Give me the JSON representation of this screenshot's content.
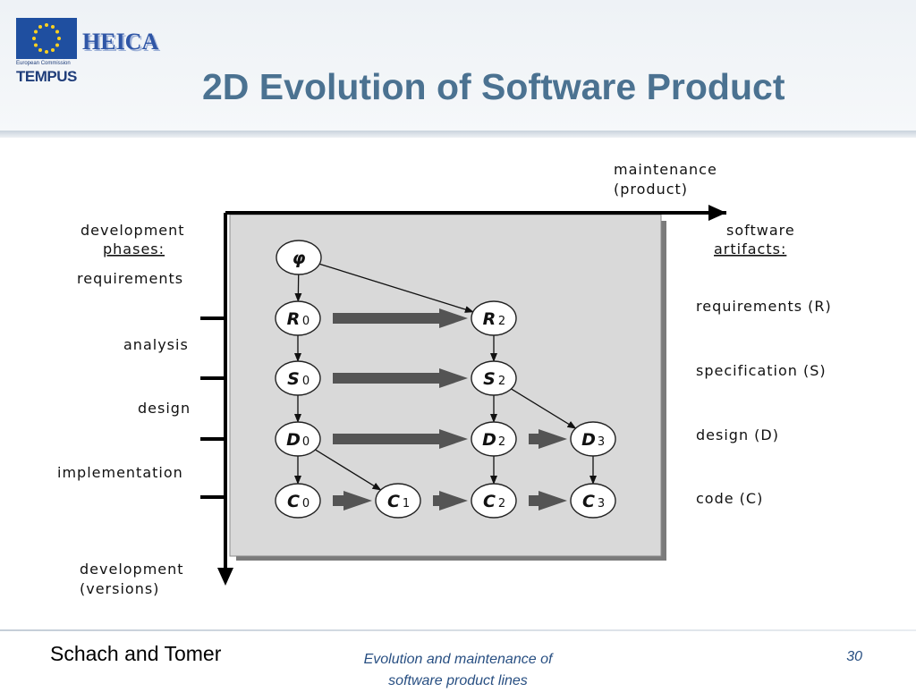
{
  "slide": {
    "title": "2D Evolution of Software Product"
  },
  "logo": {
    "eu_caption": "European Commission",
    "tempus": "TEMPUS",
    "heica": "HEICA"
  },
  "diagram": {
    "axis_top_label": [
      "maintenance",
      "(product)"
    ],
    "axis_left_label": [
      "development",
      "(versions)"
    ],
    "phases_header": [
      "development",
      "phases:"
    ],
    "phases": [
      "requirements",
      "analysis",
      "design",
      "implementation"
    ],
    "artifacts_header": [
      "software",
      "artifacts:"
    ],
    "artifacts": [
      "requirements (R)",
      "specification (S)",
      "design (D)",
      "code (C)"
    ],
    "nodes": {
      "phi": {
        "letter": "φ",
        "sub": ""
      },
      "R0": {
        "letter": "R",
        "sub": "0"
      },
      "R2": {
        "letter": "R",
        "sub": "2"
      },
      "S0": {
        "letter": "S",
        "sub": "0"
      },
      "S2": {
        "letter": "S",
        "sub": "2"
      },
      "D0": {
        "letter": "D",
        "sub": "0"
      },
      "D2": {
        "letter": "D",
        "sub": "2"
      },
      "D3": {
        "letter": "D",
        "sub": "3"
      },
      "C0": {
        "letter": "C",
        "sub": "0"
      },
      "C1": {
        "letter": "C",
        "sub": "1"
      },
      "C2": {
        "letter": "C",
        "sub": "2"
      },
      "C3": {
        "letter": "C",
        "sub": "3"
      }
    },
    "thin_edges": [
      [
        "phi",
        "R0"
      ],
      [
        "phi",
        "R2"
      ],
      [
        "R0",
        "S0"
      ],
      [
        "S0",
        "D0"
      ],
      [
        "D0",
        "C0"
      ],
      [
        "D0",
        "C1"
      ],
      [
        "R2",
        "S2"
      ],
      [
        "S2",
        "D2"
      ],
      [
        "S2",
        "D3"
      ],
      [
        "D2",
        "C2"
      ],
      [
        "D3",
        "C3"
      ]
    ],
    "thick_edges": [
      [
        "R0",
        "R2"
      ],
      [
        "S0",
        "S2"
      ],
      [
        "D0",
        "D2"
      ],
      [
        "D2",
        "D3"
      ],
      [
        "C0",
        "C1"
      ],
      [
        "C1",
        "C2"
      ],
      [
        "C2",
        "C3"
      ]
    ]
  },
  "footer": {
    "author": "Schach and Tomer",
    "center_line1": "Evolution and maintenance of",
    "center_line2": "software product lines",
    "page": "30"
  }
}
